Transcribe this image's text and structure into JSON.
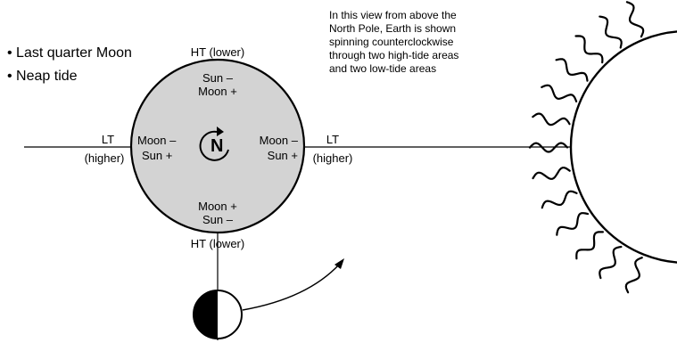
{
  "bullets": [
    "• Last quarter Moon",
    "• Neap tide"
  ],
  "note_lines": [
    "In this view from above the",
    "North Pole, Earth is shown",
    "spinning counterclockwise",
    "through two high-tide areas",
    "and two low-tide areas"
  ],
  "earth": {
    "pole_letter": "N",
    "top": {
      "tide": "HT (lower)",
      "line1": "Sun –",
      "line2": "Moon +"
    },
    "bottom": {
      "tide": "HT (lower)",
      "line1": "Moon +",
      "line2": "Sun –"
    },
    "left": {
      "tide1": "LT",
      "tide2": "(higher)",
      "line1": "Moon –",
      "line2": "Sun +"
    },
    "right": {
      "tide1": "LT",
      "tide2": "(higher)",
      "line1": "Moon –",
      "line2": "Sun +"
    }
  },
  "colors": {
    "earth_fill": "#d3d3d3",
    "stroke": "#000000",
    "background": "#ffffff"
  },
  "icons": [
    "sun-icon",
    "moon-phase-icon",
    "rotation-arrow-icon",
    "orbit-arrow-icon"
  ]
}
